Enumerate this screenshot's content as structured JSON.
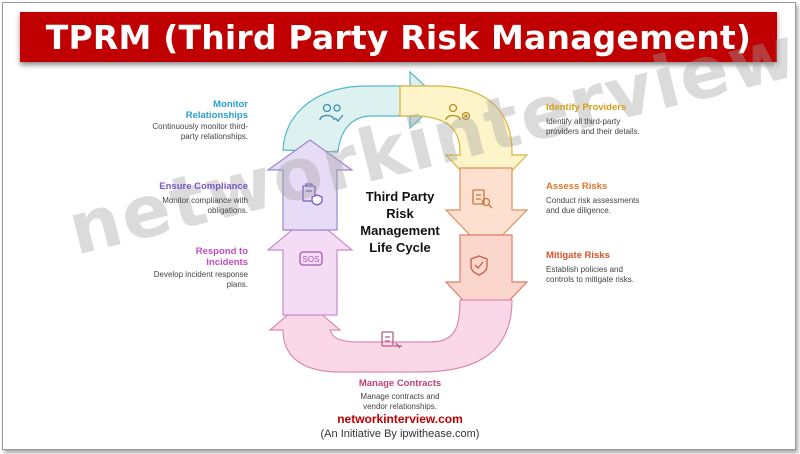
{
  "title": "TPRM (Third Party Risk Management)",
  "center_label": [
    "Third Party",
    "Risk",
    "Management",
    "Life Cycle"
  ],
  "watermark": "networkinterview.com",
  "steps": {
    "identify": {
      "title": "Identify Providers",
      "desc": [
        "Identify all third-party",
        "providers and their details."
      ],
      "color": "#d4a017"
    },
    "assess": {
      "title": "Assess Risks",
      "desc": [
        "Conduct risk assessments",
        "and due diligence."
      ],
      "color": "#e0762b"
    },
    "mitigate": {
      "title": "Mitigate Risks",
      "desc": [
        "Establish policies and",
        "controls to mitigate risks."
      ],
      "color": "#d9542a"
    },
    "contracts": {
      "title": "Manage Contracts",
      "desc": [
        "Manage contracts and",
        "vendor relationships."
      ],
      "color": "#c2407a"
    },
    "incidents": {
      "title": "Respond to Incidents",
      "title_lines": [
        "Respond to",
        "Incidents"
      ],
      "desc": [
        "Develop incident response",
        "plans."
      ],
      "color": "#c44bc0"
    },
    "compliance": {
      "title": "Ensure Compliance",
      "desc": [
        "Monitor compliance with",
        "obligations."
      ],
      "color": "#7a56c9"
    },
    "monitor": {
      "title": "Monitor Relationships",
      "title_lines": [
        "Monitor",
        "Relationships"
      ],
      "desc": [
        "Continuously monitor third-",
        "party relationships."
      ],
      "color": "#2c9fcf"
    }
  },
  "icons": {
    "monitor": "people-check-icon",
    "identify": "people-gear-icon",
    "assess": "document-search-icon",
    "mitigate": "shield-check-icon",
    "contracts": "contract-icon",
    "incidents": "sos-icon",
    "compliance": "clipboard-shield-icon"
  },
  "sos_text": "SOS",
  "footer": {
    "site": "networkinterview.com",
    "sub": "(An Initiative By ipwithease.com)"
  }
}
